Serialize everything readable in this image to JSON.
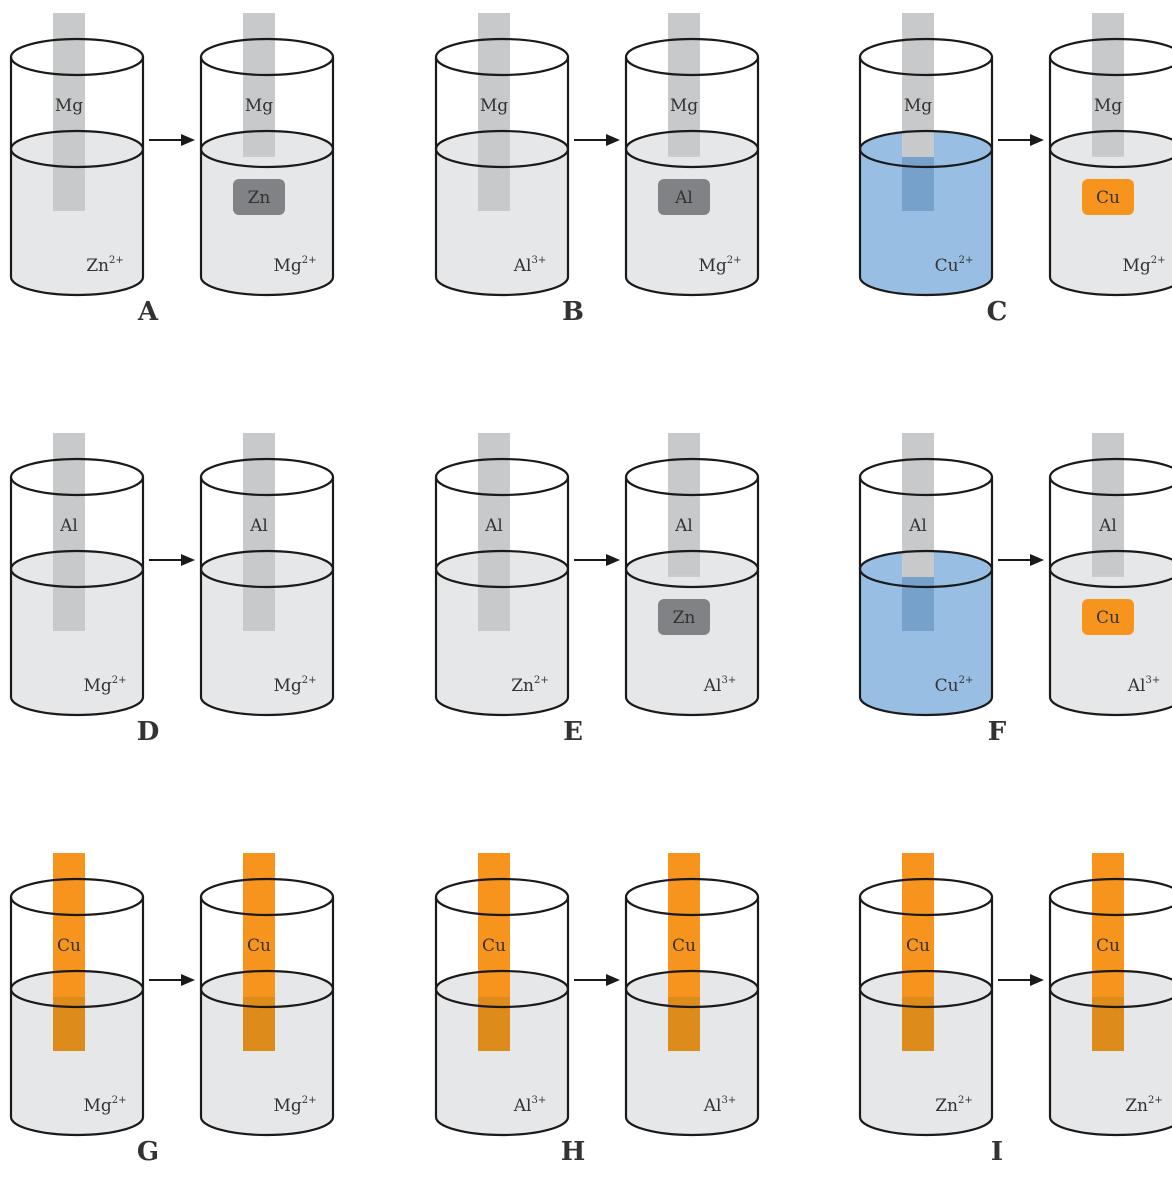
{
  "colors": {
    "liquid_clear": "#e6e7e9",
    "liquid_copper_ion": "#98bfe3",
    "metal_grey": "#c8c9cb",
    "metal_copper": "#f7941d",
    "deposit_grey": "#808285",
    "deposit_copper": "#f7941d",
    "outline": "#1a1a1a"
  },
  "icons": {
    "arrow": "right-arrow"
  },
  "panels": [
    {
      "label": "A",
      "metal": "Mg",
      "metal_color": "grey",
      "before": {
        "ion": "Zn",
        "charge": "2+",
        "liquid": "clear"
      },
      "after": {
        "ion": "Mg",
        "charge": "2+",
        "liquid": "clear",
        "deposit": "Zn",
        "deposit_color": "grey"
      }
    },
    {
      "label": "B",
      "metal": "Mg",
      "metal_color": "grey",
      "before": {
        "ion": "Al",
        "charge": "3+",
        "liquid": "clear"
      },
      "after": {
        "ion": "Mg",
        "charge": "2+",
        "liquid": "clear",
        "deposit": "Al",
        "deposit_color": "grey"
      }
    },
    {
      "label": "C",
      "metal": "Mg",
      "metal_color": "grey",
      "before": {
        "ion": "Cu",
        "charge": "2+",
        "liquid": "blue"
      },
      "after": {
        "ion": "Mg",
        "charge": "2+",
        "liquid": "clear",
        "deposit": "Cu",
        "deposit_color": "copper"
      }
    },
    {
      "label": "D",
      "metal": "Al",
      "metal_color": "grey",
      "before": {
        "ion": "Mg",
        "charge": "2+",
        "liquid": "clear"
      },
      "after": {
        "ion": "Mg",
        "charge": "2+",
        "liquid": "clear",
        "deposit": "",
        "deposit_color": ""
      }
    },
    {
      "label": "E",
      "metal": "Al",
      "metal_color": "grey",
      "before": {
        "ion": "Zn",
        "charge": "2+",
        "liquid": "clear"
      },
      "after": {
        "ion": "Al",
        "charge": "3+",
        "liquid": "clear",
        "deposit": "Zn",
        "deposit_color": "grey"
      }
    },
    {
      "label": "F",
      "metal": "Al",
      "metal_color": "grey",
      "before": {
        "ion": "Cu",
        "charge": "2+",
        "liquid": "blue"
      },
      "after": {
        "ion": "Al",
        "charge": "3+",
        "liquid": "clear",
        "deposit": "Cu",
        "deposit_color": "copper"
      }
    },
    {
      "label": "G",
      "metal": "Cu",
      "metal_color": "copper",
      "before": {
        "ion": "Mg",
        "charge": "2+",
        "liquid": "clear"
      },
      "after": {
        "ion": "Mg",
        "charge": "2+",
        "liquid": "clear",
        "deposit": "",
        "deposit_color": ""
      }
    },
    {
      "label": "H",
      "metal": "Cu",
      "metal_color": "copper",
      "before": {
        "ion": "Al",
        "charge": "3+",
        "liquid": "clear"
      },
      "after": {
        "ion": "Al",
        "charge": "3+",
        "liquid": "clear",
        "deposit": "",
        "deposit_color": ""
      }
    },
    {
      "label": "I",
      "metal": "Cu",
      "metal_color": "copper",
      "before": {
        "ion": "Zn",
        "charge": "2+",
        "liquid": "clear"
      },
      "after": {
        "ion": "Zn",
        "charge": "2+",
        "liquid": "clear",
        "deposit": "",
        "deposit_color": ""
      }
    }
  ]
}
